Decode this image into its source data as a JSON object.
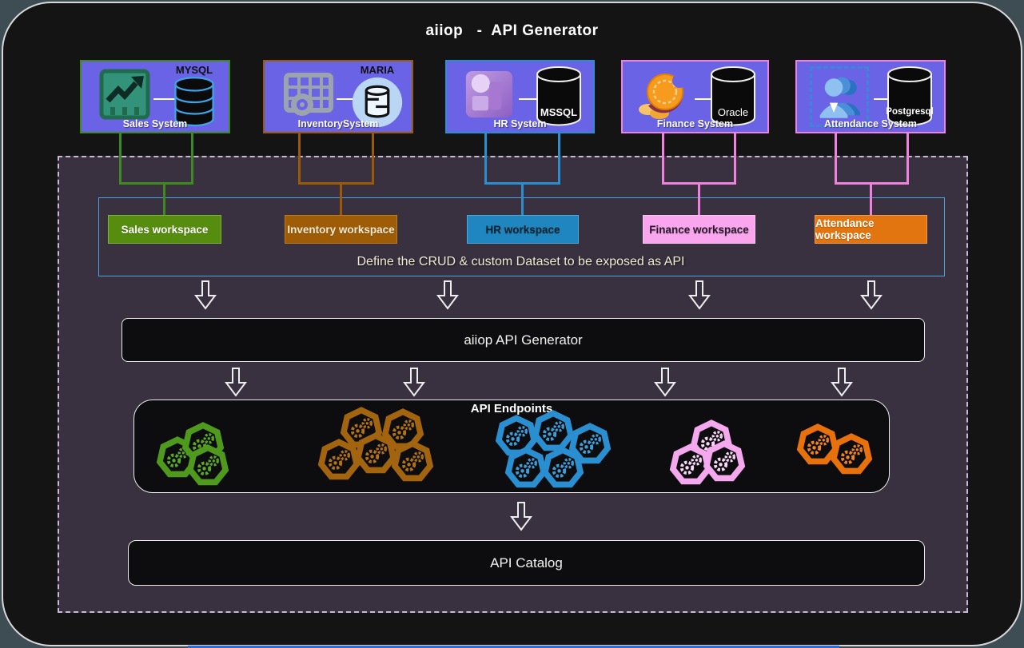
{
  "title": "aiiop   -  API Generator",
  "colors": {
    "canvas_bg": "#3e4c53",
    "frame_bg": "#141414",
    "frame_border": "#d8d8d8",
    "panel_bg": "#393140",
    "panel_border": "#c8bad4",
    "workspace_container_border": "#49a4e2",
    "system_box_bg": "#6b63e6",
    "bottom_strip": "#2e6bd6"
  },
  "systems": [
    {
      "name": "Sales System",
      "db_label": "MYSQL",
      "icon": "sales-chart-icon",
      "connector_color": "#3f8a1f",
      "workspace": {
        "label": "Sales workspace",
        "bg": "#568d0e",
        "border": "#79b33c",
        "text_color": "#ffffff"
      }
    },
    {
      "name": "InventorySystem",
      "db_label": "MARIA",
      "icon": "inventory-grid-icon",
      "connector_color": "#9a5a08",
      "workspace": {
        "label": "Inventory workspace",
        "bg": "#9e5c06",
        "border": "#bc7c1c",
        "text_color": "#f4ead2"
      }
    },
    {
      "name": "HR System",
      "db_label": "MSSQL",
      "icon": "hr-people-icon",
      "connector_color": "#2a8fd0",
      "workspace": {
        "label": "HR workspace",
        "bg": "#1f86c0",
        "border": "#4fa6d8",
        "text_color": "#10222e"
      }
    },
    {
      "name": "Finance System",
      "db_label": "Oracle",
      "icon": "finance-coins-icon",
      "connector_color": "#ef82dd",
      "workspace": {
        "label": "Finance workspace",
        "bg": "#f9a6ef",
        "border": "#f6c6f2",
        "text_color": "#2a1a2a"
      }
    },
    {
      "name": "Attendance System",
      "db_label": "Postgresql",
      "icon": "attendance-people-icon",
      "connector_color": "#ef82dd",
      "workspace": {
        "label": "Attendance workspace",
        "bg": "#e2750f",
        "border": "#ef9b4d",
        "text_color": "#ffffff"
      }
    }
  ],
  "workspace_panel": {
    "caption": "Define the CRUD & custom Dataset to be exposed as API"
  },
  "generator": {
    "label": "aiiop API Generator"
  },
  "api_endpoints": {
    "title": "API Endpoints",
    "clusters": [
      {
        "color": "#4f9a1d",
        "gear": "#5aaa24",
        "count": 3
      },
      {
        "color": "#a2640e",
        "gear": "#b37314",
        "count": 5
      },
      {
        "color": "#2a8fd0",
        "gear": "#3f9fda",
        "count": 5
      },
      {
        "color": "#f4a8ee",
        "gear": "#fad9f6",
        "count": 3
      },
      {
        "color": "#e8710c",
        "gear": "#f28422",
        "count": 2
      }
    ]
  },
  "catalog": {
    "label": "API Catalog"
  }
}
